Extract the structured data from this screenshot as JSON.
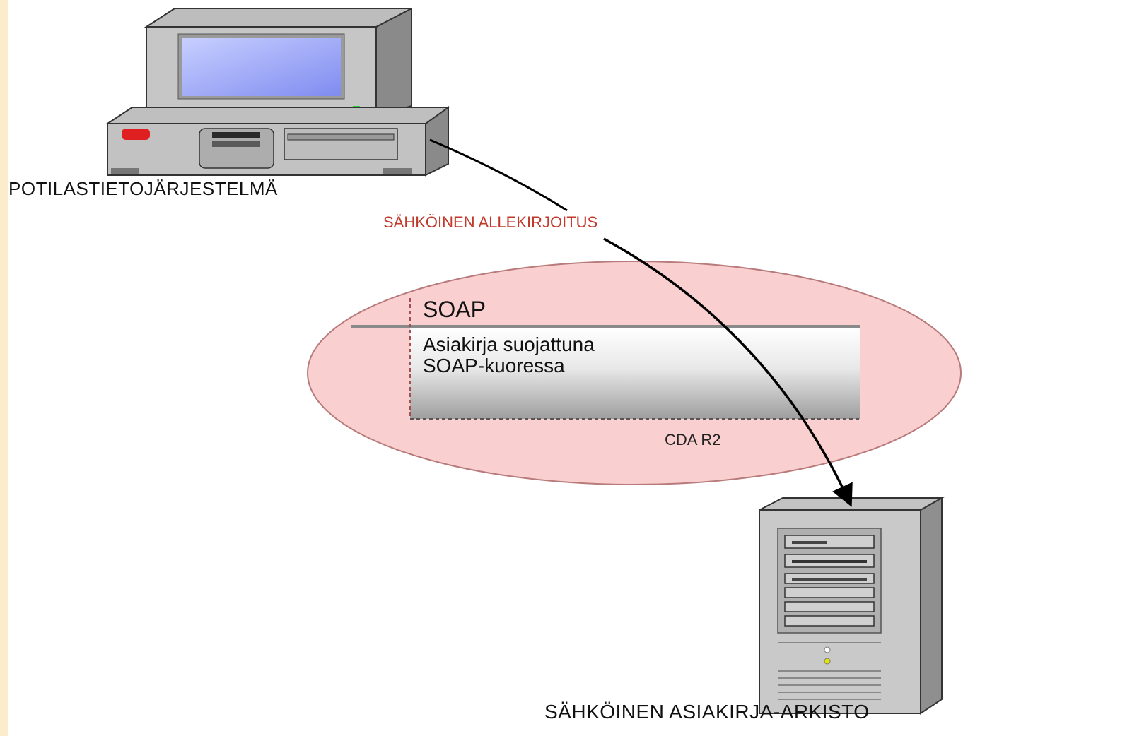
{
  "diagram": {
    "client_label": "POTILASTIETOJÄRJESTELMÄ",
    "arrow_label": "SÄHKÖINEN ALLEKIRJOITUS",
    "envelope_title": "SOAP",
    "envelope_body_line1": "Asiakirja suojattuna",
    "envelope_body_line2": "SOAP-kuoressa",
    "format_label": "CDA R2",
    "server_label": "SÄHKÖINEN ASIAKIRJA-ARKISTO"
  },
  "colors": {
    "background_border": "#fbeccb",
    "ellipse_fill": "#f9cfcf",
    "ellipse_stroke": "#b87a7a",
    "signature_text": "#c0392b",
    "dashed_line": "#a05050"
  }
}
